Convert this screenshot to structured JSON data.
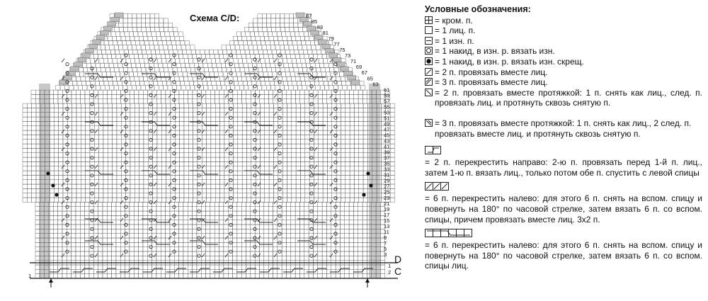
{
  "chart": {
    "title": "Схема C/D:",
    "right_row_numbers": [
      "87",
      "85",
      "83",
      "81",
      "79",
      "77",
      "75",
      "73",
      "71",
      "69",
      "67",
      "65",
      "63",
      "61",
      "59",
      "57",
      "55",
      "53",
      "51",
      "49",
      "47",
      "45",
      "43",
      "41",
      "39",
      "37",
      "35",
      "33",
      "31",
      "29",
      "27",
      "25",
      "23",
      "21",
      "19",
      "17",
      "15",
      "13",
      "11",
      "9",
      "7",
      "5",
      "3"
    ],
    "bottom_row_numbers": [
      "1",
      "2"
    ],
    "left_row_number": "1",
    "section_labels": [
      "D",
      "C"
    ]
  },
  "legend": {
    "title": "Условные обозначения:",
    "items": [
      {
        "icon": "edge-stitch-icon",
        "text": "= кром. п."
      },
      {
        "icon": "knit-stitch-icon",
        "text": "= 1 лиц. п."
      },
      {
        "icon": "purl-stitch-icon",
        "text": "= 1 изн. п."
      },
      {
        "icon": "yarn-over-icon",
        "text": "= 1 накид, в изн. р. вязать изн."
      },
      {
        "icon": "yarn-over-twisted-icon",
        "text": "= 1 накид, в изн. р. вязать изн. скрещ."
      },
      {
        "icon": "k2tog-icon",
        "text": "= 2 п. провязать вместе лиц."
      },
      {
        "icon": "k3tog-icon",
        "text": "= 3 п. провязать вместе лиц."
      },
      {
        "icon": "ssk-icon",
        "text": "= 2 п. провязать вместе протяжкой: 1 п. снять как лиц., след. п. провязать лиц. и протянуть сквозь снятую п."
      },
      {
        "icon": "sk2p-icon",
        "text": "= 3 п. провязать вместе протяжкой: 1 п. снять как лиц., 2 след. п. провязать вместе лиц. и протянуть сквозь снятую п."
      }
    ],
    "cables": [
      {
        "icon": "cable-right-2-icon",
        "text": "= 2 п. перекрестить направо: 2-ю п. провязать перед 1-й п. лиц., затем 1-ю п. вязать лиц., только потом обе п. спустить с левой спицы"
      },
      {
        "icon": "cable-left-6-dec-icon",
        "text": "= 6 п. перекрестить налево: для этого 6 п. снять на вспом. спицу и повернуть на 180° по часовой стрелке, затем вязать 6 п. со вспом. спицы, причем провязать вместе лиц. 3х2 п."
      },
      {
        "icon": "cable-left-6-icon",
        "text": "= 6 п. перекрестить налево: для этого 6 п. снять на вспом. спицу и повернуть на 180° по часовой стрелке, затем вязать 6 п. со вспом. спицы лиц."
      }
    ]
  }
}
